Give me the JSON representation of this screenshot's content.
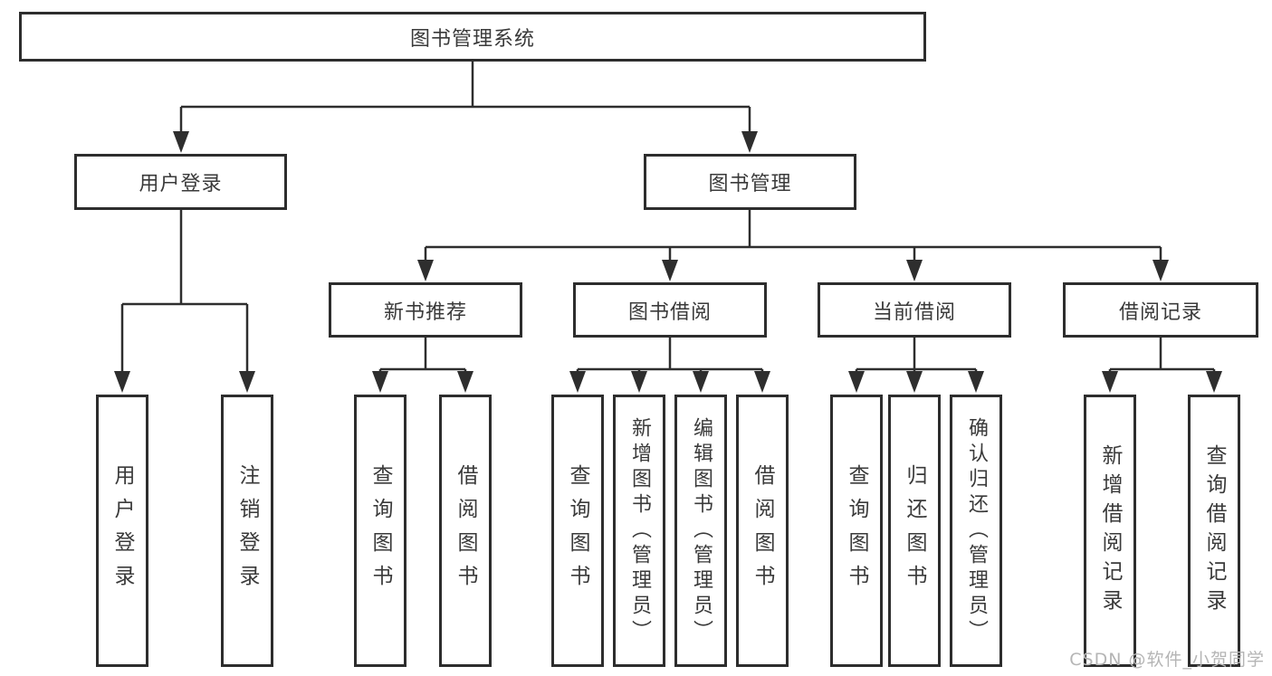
{
  "tree": {
    "label": "图书管理系统",
    "children": [
      {
        "label": "用户登录",
        "children": [
          {
            "label": "用户登录"
          },
          {
            "label": "注销登录"
          }
        ]
      },
      {
        "label": "图书管理",
        "children": [
          {
            "label": "新书推荐",
            "children": [
              {
                "label": "查询图书"
              },
              {
                "label": "借阅图书"
              }
            ]
          },
          {
            "label": "图书借阅",
            "children": [
              {
                "label": "查询图书"
              },
              {
                "label": "新增图书（管理员）"
              },
              {
                "label": "编辑图书（管理员）"
              },
              {
                "label": "借阅图书"
              }
            ]
          },
          {
            "label": "当前借阅",
            "children": [
              {
                "label": "查询图书"
              },
              {
                "label": "归还图书"
              },
              {
                "label": "确认归还（管理员）"
              }
            ]
          },
          {
            "label": "借阅记录",
            "children": [
              {
                "label": "新增借阅记录"
              },
              {
                "label": "查询借阅记录"
              }
            ]
          }
        ]
      }
    ]
  },
  "watermark": {
    "text": "CSDN @软件_小贺同学"
  },
  "colors": {
    "line": "#2e2e2e",
    "border": "#2d2d2d",
    "text": "#3a3a3a",
    "watermark": "#b5b5b5",
    "background": "#ffffff"
  }
}
